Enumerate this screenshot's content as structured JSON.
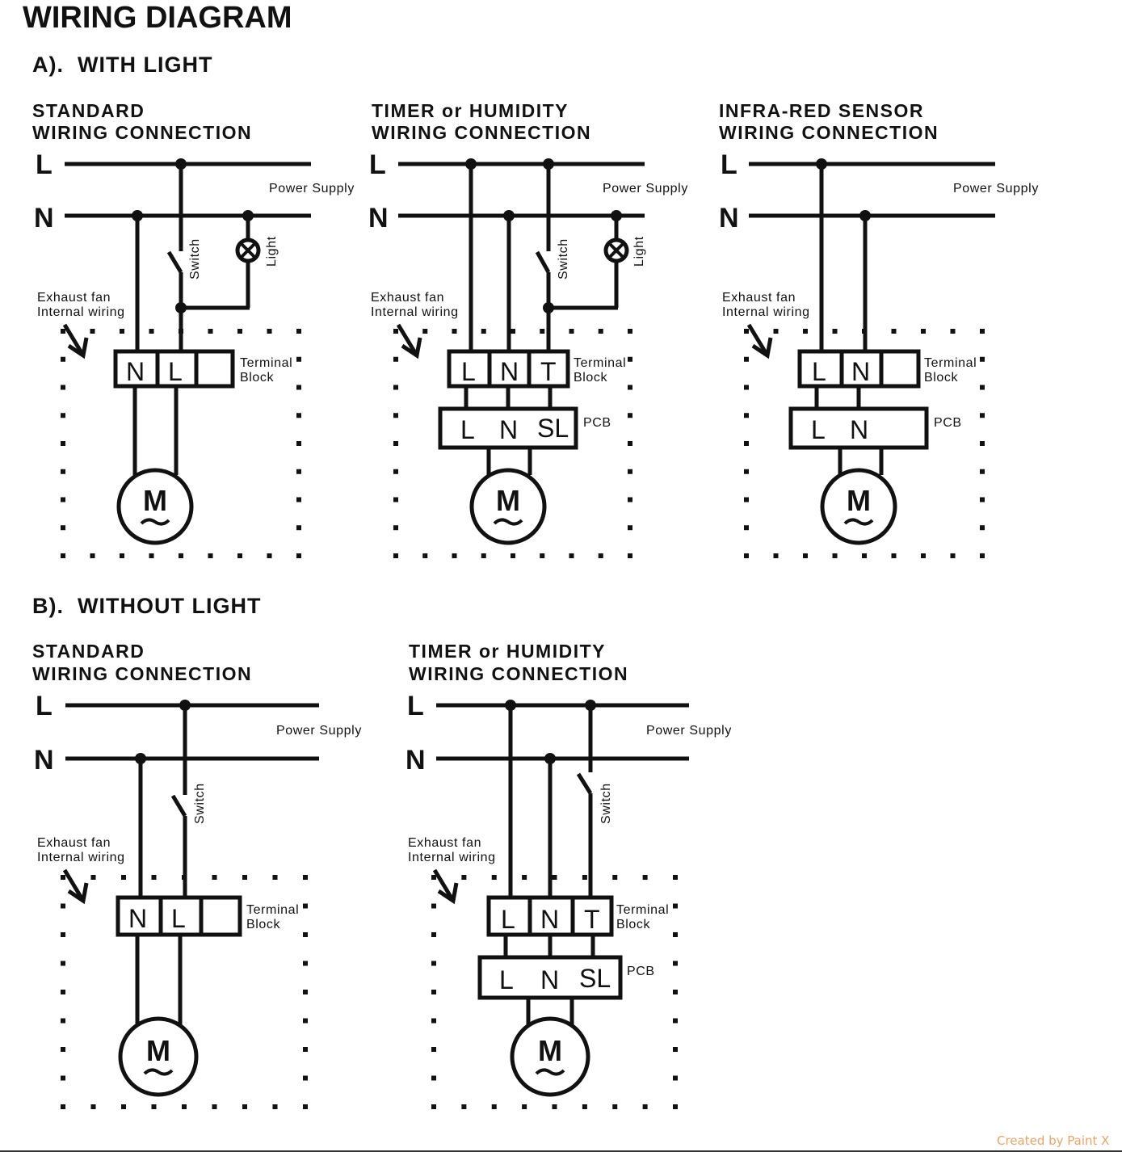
{
  "title": "WIRING DIAGRAM",
  "sections": [
    {
      "heading": "A).  WITH LIGHT",
      "diagrams": [
        {
          "title_line1": "STANDARD",
          "title_line2": "WIRING CONNECTION",
          "bus_l": "L",
          "bus_n": "N",
          "power_supply": "Power Supply",
          "switch_label": "Switch",
          "light_label": "Light",
          "fan_note_line1": "Exhaust fan",
          "fan_note_line2": "Internal wiring",
          "terminal_block_line1": "Terminal",
          "terminal_block_line2": "Block",
          "terminals": [
            "N",
            "L",
            ""
          ],
          "motor": "M",
          "motor_symbol": "~"
        },
        {
          "title_line1": "TIMER or HUMIDITY",
          "title_line2": "WIRING CONNECTION",
          "bus_l": "L",
          "bus_n": "N",
          "power_supply": "Power Supply",
          "switch_label": "Switch",
          "light_label": "Light",
          "fan_note_line1": "Exhaust fan",
          "fan_note_line2": "Internal wiring",
          "terminal_block_line1": "Terminal",
          "terminal_block_line2": "Block",
          "terminals": [
            "L",
            "N",
            "T"
          ],
          "pcb_label": "PCB",
          "pcb_terminals": [
            "L",
            "N",
            "SL"
          ],
          "motor": "M",
          "motor_symbol": "~"
        },
        {
          "title_line1": "INFRA-RED SENSOR",
          "title_line2": "WIRING CONNECTION",
          "bus_l": "L",
          "bus_n": "N",
          "power_supply": "Power Supply",
          "fan_note_line1": "Exhaust fan",
          "fan_note_line2": "Internal wiring",
          "terminal_block_line1": "Terminal",
          "terminal_block_line2": "Block",
          "terminals": [
            "L",
            "N",
            ""
          ],
          "pcb_label": "PCB",
          "pcb_terminals": [
            "L",
            "N"
          ],
          "motor": "M",
          "motor_symbol": "~"
        }
      ]
    },
    {
      "heading": "B).  WITHOUT LIGHT",
      "diagrams": [
        {
          "title_line1": "STANDARD",
          "title_line2": "WIRING CONNECTION",
          "bus_l": "L",
          "bus_n": "N",
          "power_supply": "Power Supply",
          "switch_label": "Switch",
          "fan_note_line1": "Exhaust fan",
          "fan_note_line2": "Internal wiring",
          "terminal_block_line1": "Terminal",
          "terminal_block_line2": "Block",
          "terminals": [
            "N",
            "L",
            ""
          ],
          "motor": "M",
          "motor_symbol": "~"
        },
        {
          "title_line1": "TIMER or HUMIDITY",
          "title_line2": "WIRING CONNECTION",
          "bus_l": "L",
          "bus_n": "N",
          "power_supply": "Power Supply",
          "switch_label": "Switch",
          "fan_note_line1": "Exhaust fan",
          "fan_note_line2": "Internal wiring",
          "terminal_block_line1": "Terminal",
          "terminal_block_line2": "Block",
          "terminals": [
            "L",
            "N",
            "T"
          ],
          "pcb_label": "PCB",
          "pcb_terminals": [
            "L",
            "N",
            "SL"
          ],
          "motor": "M",
          "motor_symbol": "~"
        }
      ]
    }
  ],
  "credit": "Created by Paint X",
  "colors": {
    "ink": "#111111",
    "credit": "#e8a36e",
    "background": "#ffffff"
  }
}
